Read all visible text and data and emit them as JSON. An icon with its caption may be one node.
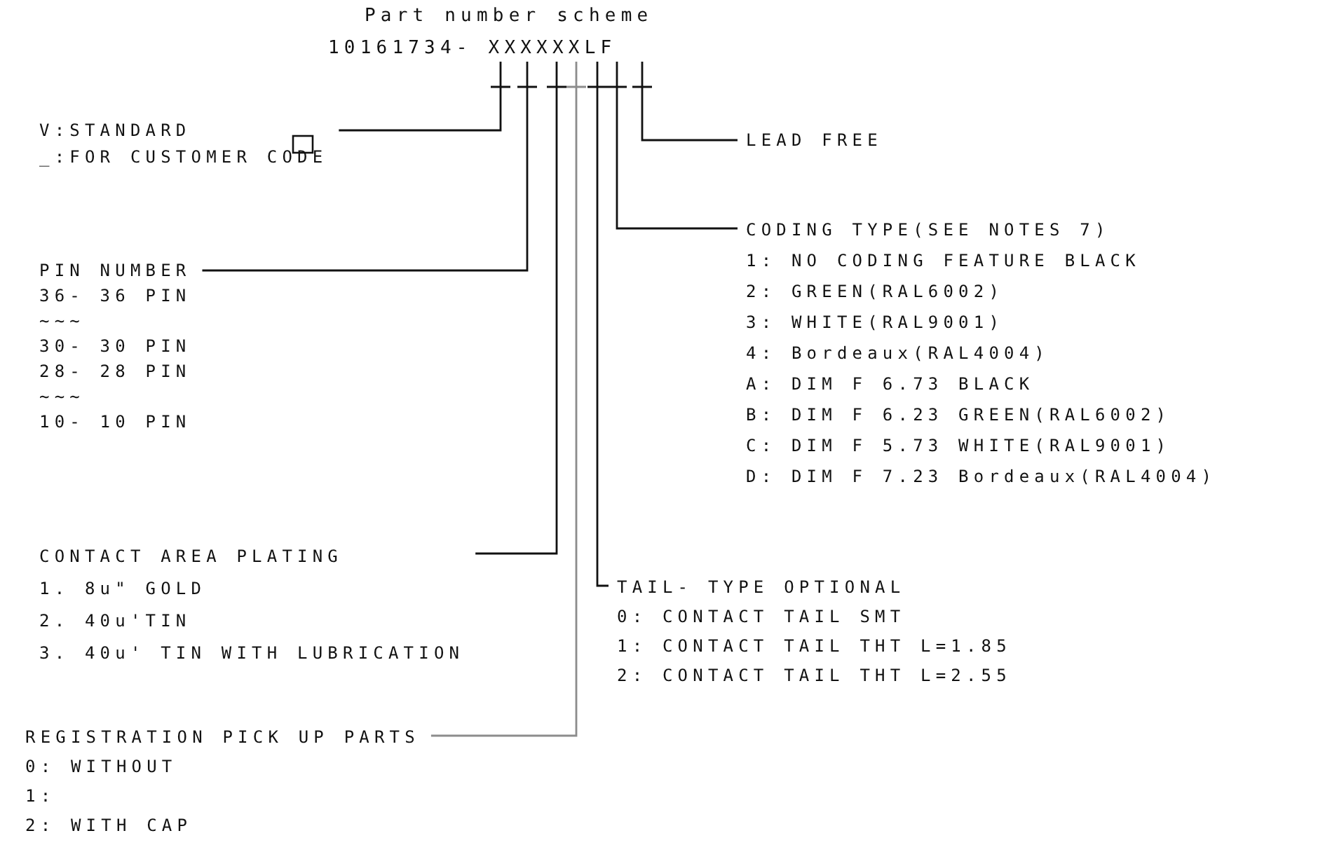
{
  "diagram": {
    "title": "Part number scheme",
    "nodes": [
      {
        "text": [
          "10161734- XXXXXXLF"
        ]
      },
      {
        "text": [
          "V:STANDARD",
          "_:FOR CUSTOMER CODE"
        ]
      },
      {
        "text": [
          "PIN NUMBER",
          "36- 36 PIN",
          "~~~",
          "30- 30 PIN",
          "28- 28 PIN",
          "~~~",
          "10- 10 PIN"
        ]
      },
      {
        "text": [
          "CONTACT AREA PLATING",
          "1. 8u\" GOLD",
          "2. 40u'TIN",
          "3. 40u' TIN WITH LUBRICATION"
        ]
      },
      {
        "text": [
          "REGISTRATION PICK UP PARTS",
          "0: WITHOUT",
          "1:",
          "2: WITH CAP"
        ]
      },
      {
        "text": [
          "TAIL- TYPE OPTIONAL",
          "0: CONTACT TAIL SMT",
          "1: CONTACT TAIL THT L=1.85",
          "2: CONTACT TAIL THT L=2.55"
        ]
      },
      {
        "text": [
          "CODING TYPE(SEE NOTES 7)",
          "1: NO CODING FEATURE BLACK",
          "2: GREEN(RAL6002)",
          "3: WHITE(RAL9001)",
          "4: Bordeaux(RAL4004)",
          "A: DIM F 6.73 BLACK",
          "B: DIM F 6.23 GREEN(RAL6002)",
          "C: DIM F 5.73 WHITE(RAL9001)",
          "D: DIM F 7.23 Bordeaux(RAL4004)"
        ]
      },
      {
        "text": [
          "LEAD FREE"
        ]
      }
    ],
    "edges": [
      {
        "from": 1,
        "to": 0,
        "arrow": "none"
      },
      {
        "from": 2,
        "to": 0,
        "arrow": "none"
      },
      {
        "from": 3,
        "to": 0,
        "arrow": "none"
      },
      {
        "from": 4,
        "to": 0,
        "arrow": "none",
        "color": "#8c8c8c"
      },
      {
        "from": 5,
        "to": 0,
        "arrow": "none"
      },
      {
        "from": 6,
        "to": 0,
        "arrow": "none"
      },
      {
        "from": 7,
        "to": 0,
        "arrow": "none"
      }
    ]
  }
}
